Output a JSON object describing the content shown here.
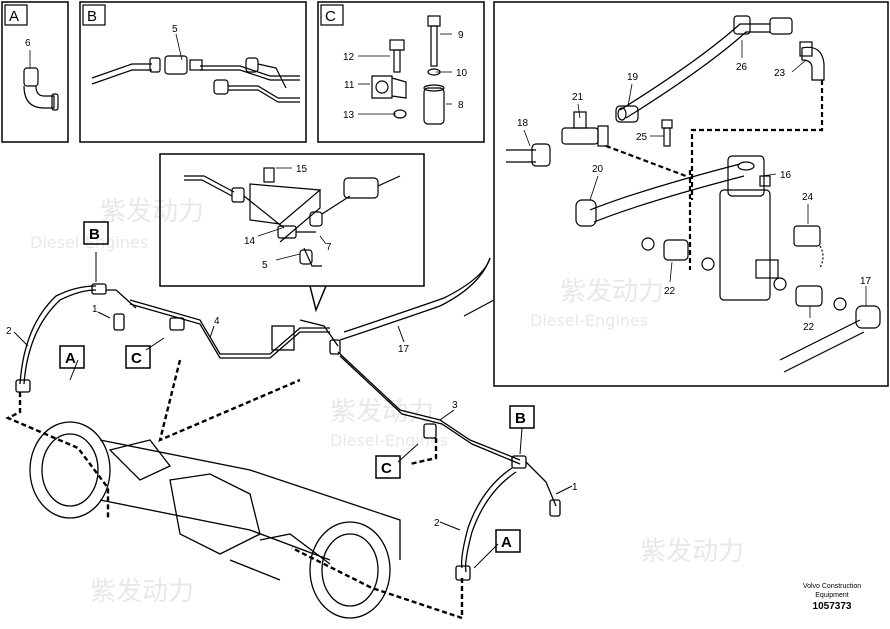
{
  "panels": {
    "A": {
      "letter": "A",
      "labels": [
        "6"
      ]
    },
    "B": {
      "letter": "B",
      "labels": [
        "5"
      ]
    },
    "C": {
      "letter": "C",
      "labels": [
        "9",
        "12",
        "10",
        "11",
        "8",
        "13"
      ]
    },
    "inset": {
      "labels": [
        "15",
        "14",
        "7",
        "5"
      ]
    },
    "detail": {
      "labels": [
        "26",
        "23",
        "19",
        "21",
        "18",
        "25",
        "20",
        "16",
        "24",
        "22",
        "22",
        "17"
      ]
    }
  },
  "main": {
    "callouts": [
      "B",
      "A",
      "C",
      "B",
      "C",
      "A"
    ],
    "labels": [
      "1",
      "2",
      "4",
      "17",
      "3",
      "1",
      "2"
    ]
  },
  "watermark": {
    "brand_cn": "紫发动力",
    "brand_en": "Diesel-Engines"
  },
  "footer": {
    "line1": "Volvo Construction",
    "line2": "Equipment",
    "code": "1057373"
  },
  "colors": {
    "line": "#000000",
    "watermark": "#e8e8e8",
    "background": "#ffffff"
  }
}
